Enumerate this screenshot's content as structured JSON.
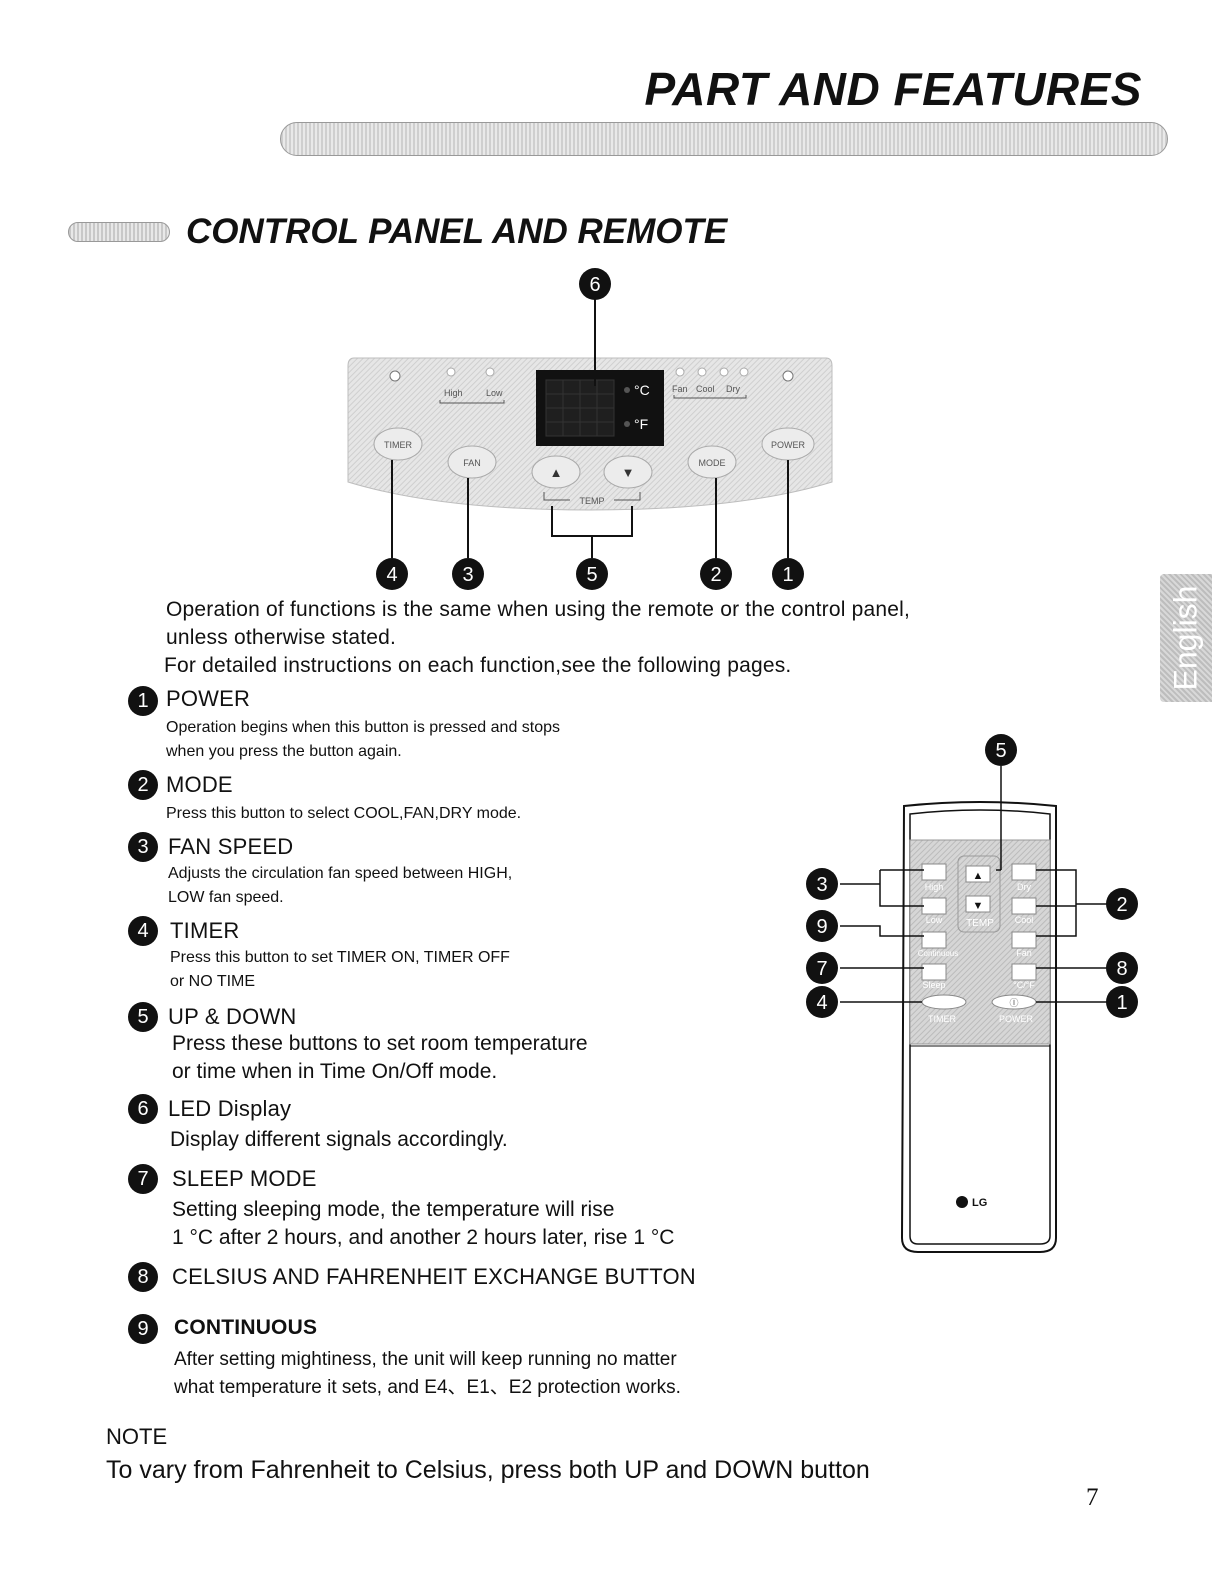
{
  "header": {
    "title": "PART AND FEATURES",
    "section_title": "CONTROL PANEL AND REMOTE"
  },
  "side_tab": {
    "label": "English"
  },
  "control_panel": {
    "indicators": {
      "high": "High",
      "low": "Low",
      "celsius": "°C",
      "fahrenheit": "°F",
      "fan": "Fan",
      "cool": "Cool",
      "dry": "Dry"
    },
    "buttons": {
      "timer": "TIMER",
      "fan": "FAN",
      "mode": "MODE",
      "power": "POWER",
      "up": "▲",
      "down": "▼",
      "temp": "TEMP"
    },
    "callouts": {
      "c6": "6",
      "c4": "4",
      "c3": "3",
      "c5": "5",
      "c2": "2",
      "c1": "1"
    }
  },
  "remote": {
    "buttons": {
      "high": "High",
      "low": "Low",
      "continuous": "Continuous",
      "sleep": "Sleep",
      "up": "▲",
      "down": "▼",
      "temp": "TEMP",
      "dry": "Dry",
      "cool": "Cool",
      "fan": "Fan",
      "cf": "°C/°F",
      "timer": "TIMER",
      "power": "POWER",
      "power_symbol": "Ⓘ"
    },
    "brand": "LG",
    "callouts": {
      "c5": "5",
      "c3": "3",
      "c9": "9",
      "c7": "7",
      "c4": "4",
      "c2": "2",
      "c8": "8",
      "c1": "1"
    }
  },
  "intro": {
    "line1": "Operation of functions is the same when using the remote or the control panel,",
    "line2": "unless otherwise stated.",
    "line3": "For detailed instructions on each function,see the following pages."
  },
  "features": [
    {
      "num": "1",
      "title": "POWER",
      "desc": [
        "Operation begins when this button is pressed and stops",
        "when you press the button again."
      ]
    },
    {
      "num": "2",
      "title": "MODE",
      "desc": [
        "Press this button to select COOL,FAN,DRY mode."
      ]
    },
    {
      "num": "3",
      "title": "FAN SPEED",
      "desc": [
        "Adjusts the circulation fan speed between HIGH,",
        "LOW fan speed."
      ]
    },
    {
      "num": "4",
      "title": "TIMER",
      "desc": [
        "Press this button to set TIMER ON, TIMER OFF",
        "or NO TIME"
      ]
    },
    {
      "num": "5",
      "title": "UP & DOWN",
      "desc": [
        "Press these buttons to set room temperature",
        "or time when in Time On/Off mode."
      ]
    },
    {
      "num": "6",
      "title": "LED Display",
      "desc": [
        "Display different signals accordingly."
      ]
    },
    {
      "num": "7",
      "title": "SLEEP MODE",
      "desc": [
        "Setting sleeping mode, the temperature will rise",
        "1 °C after 2 hours, and another 2 hours later, rise 1 °C"
      ]
    },
    {
      "num": "8",
      "title": "CELSIUS AND FAHRENHEIT EXCHANGE BUTTON",
      "desc": []
    },
    {
      "num": "9",
      "title": "CONTINUOUS",
      "desc": [
        "After setting mightiness, the unit will keep running no matter",
        "what temperature it sets, and E4、E1、E2  protection works."
      ]
    }
  ],
  "note": {
    "label": "NOTE",
    "text": "To vary from Fahrenheit to Celsius, press both UP and DOWN button"
  },
  "page_number": "7"
}
